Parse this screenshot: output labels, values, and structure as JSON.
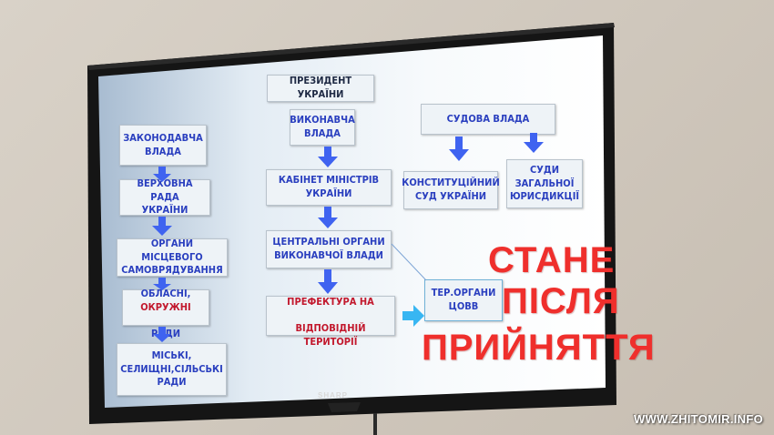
{
  "slide": {
    "president": "ПРЕЗИДЕНТ УКРАЇНИ",
    "legislative": {
      "top": "ЗАКОНОДАВЧА\nВЛАДА",
      "rada": "ВЕРХОВНА РАДА\nУКРАЇНИ"
    },
    "executive": {
      "top": "ВИКОНАВЧА\nВЛАДА",
      "cabinet": "КАБІНЕТ МІНІСТРІВ\nУКРАЇНИ",
      "central": "ЦЕНТРАЛЬНІ ОРГАНИ\nВИКОНАВЧОЇ ВЛАДИ"
    },
    "prefecture": {
      "line1": "ПРЕФЕКТУРА НА",
      "line2": "ВІДПОВІДНІЙ ТЕРИТОРІЇ"
    },
    "ter_organs": "ТЕР.ОРГАНИ\nЦОВВ",
    "judicial": {
      "top": "СУДОВА ВЛАДА",
      "constitutional": "КОНСТИТУЦІЙНИЙ\nСУД УКРАЇНИ",
      "general": "СУДИ\nЗАГАЛЬНОЇ\nЮРИСДИКЦІЇ"
    },
    "local": {
      "self_gov": "ОРГАНИ МІСЦЕВОГО\nСАМОВРЯДУВАННЯ",
      "regional_a": "ОБЛАСНІ, ",
      "regional_b": "ОКРУЖНІ",
      "regional_c": "РАДИ",
      "city": "МІСЬКІ,\nСЕЛИЩНІ,СІЛЬСЬКІ\nРАДИ"
    },
    "headline": [
      "СТАНЕ",
      "ПІСЛЯ",
      "ПРИЙНЯТТЯ"
    ]
  },
  "tv_brand": "SHARP",
  "watermark": "WWW.ZHITOMIR.INFO",
  "colors": {
    "box_text": "#2a3fbf",
    "headline": "#ef2f2c",
    "arrow_blue": "#3f63f0",
    "arrow_cyan": "#38b6f2"
  }
}
